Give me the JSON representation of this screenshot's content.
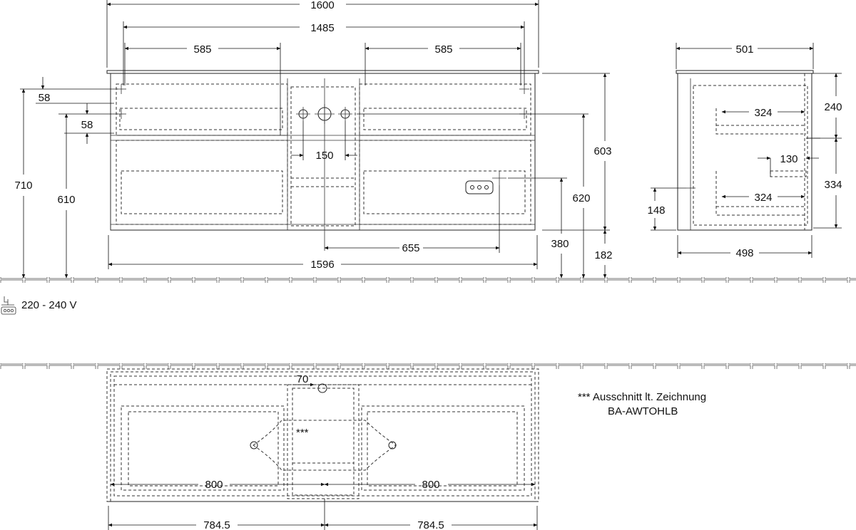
{
  "front_view": {
    "dimensions": {
      "overall_width": "1600",
      "top_width": "1485",
      "left_drawer": "585",
      "right_drawer": "585",
      "tap_spacing": "150",
      "drain_offset": "655",
      "bottom_width": "1596",
      "top_offset_1": "58",
      "top_offset_2": "58",
      "total_height": "710",
      "top_height": "610",
      "body_height": "603",
      "socket_height": "620",
      "drain_height": "380",
      "leg_height": "182"
    }
  },
  "side_view": {
    "dimensions": {
      "top_depth": "501",
      "upper_drawer_depth": "324",
      "lower_drawer_depth": "324",
      "siphon_cutout": "130",
      "upper_height": "240",
      "lower_height": "334",
      "wall_offset": "148",
      "bottom_depth": "498"
    }
  },
  "electrical": {
    "voltage": "220 - 240 V"
  },
  "top_view": {
    "dimensions": {
      "cutout_width": "70",
      "left_width": "800",
      "right_width": "800",
      "left_half": "784.5",
      "right_half": "784.5"
    },
    "note_marker": "***",
    "note_line1": "*** Ausschnitt lt. Zeichnung",
    "note_line2": "BA-AWTOHLB"
  }
}
